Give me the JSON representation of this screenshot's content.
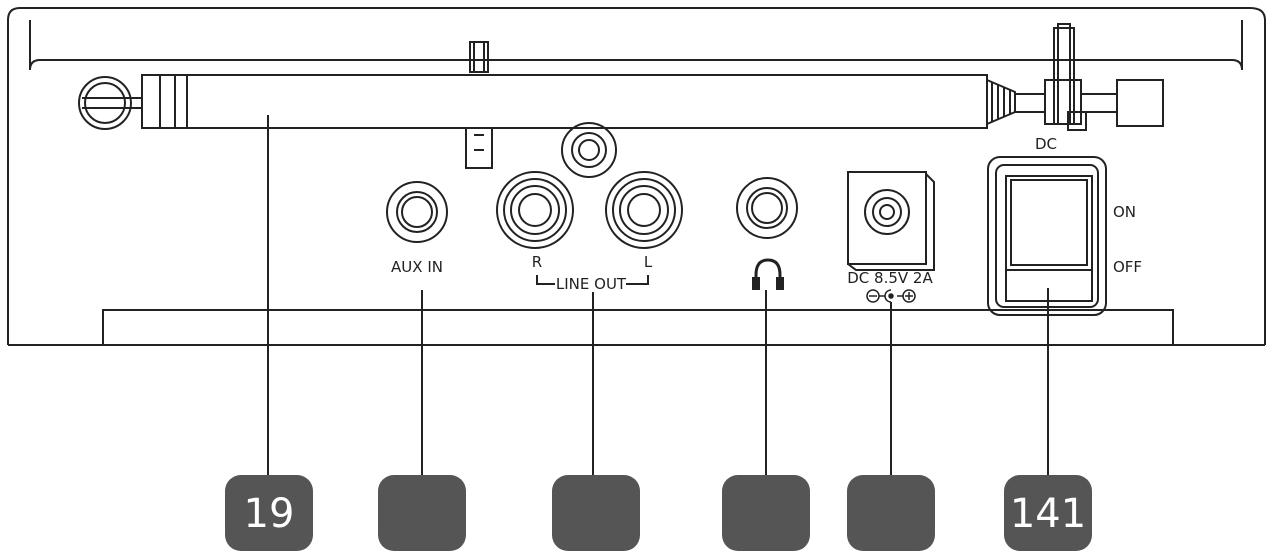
{
  "labels": {
    "aux_in": "AUX IN",
    "line_out_r": "R",
    "line_out": "LINE OUT",
    "line_out_l": "L",
    "dc_input": "DC 8.5V 2A",
    "switch_title": "DC",
    "switch_on": "ON",
    "switch_off": "OFF"
  },
  "icons": {
    "headphone": "headphone-icon",
    "polarity": "dc-polarity-icon"
  },
  "callouts": [
    {
      "number": "19"
    },
    {
      "number": ""
    },
    {
      "number": ""
    },
    {
      "number": ""
    },
    {
      "number": ""
    },
    {
      "number": "141"
    }
  ],
  "colors": {
    "line": "#222222",
    "badge": "#555555",
    "badge_text": "#ffffff"
  }
}
